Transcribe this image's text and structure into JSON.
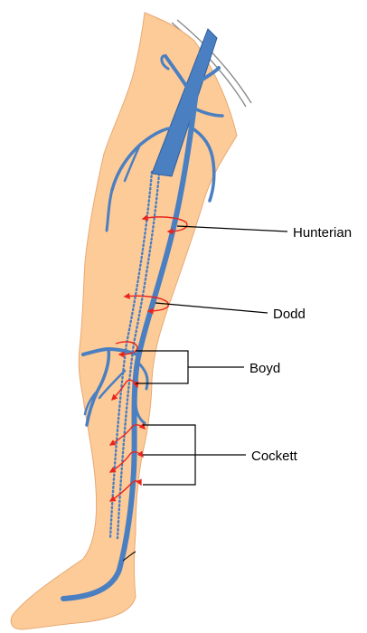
{
  "labels": {
    "hunterian": "Hunterian",
    "dodd": "Dodd",
    "boyd": "Boyd",
    "cockett": "Cockett"
  },
  "colors": {
    "skin": "#FDCB98",
    "vein": "#4A7FC1",
    "vein_outline": "#2E5E9E",
    "perforator_arrow": "#E8251F",
    "leader_line": "#000000",
    "pelvis_line": "#8A8A8A"
  }
}
